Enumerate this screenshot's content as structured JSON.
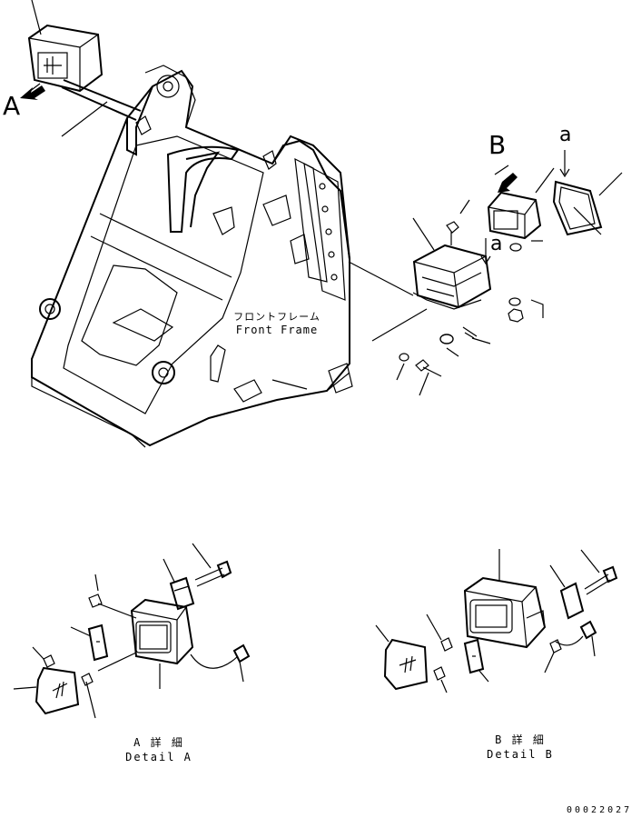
{
  "labels": {
    "view_a": "A",
    "view_b": "B",
    "ref_a_top": "a",
    "ref_a_mid": "a",
    "frame_jp": "フロントフレーム",
    "frame_en": "Front Frame",
    "detail_a_jp": "A 詳 細",
    "detail_a_en": "Detail A",
    "detail_b_jp": "B 詳 細",
    "detail_b_en": "Detail B",
    "drawing_number": "00022027"
  }
}
